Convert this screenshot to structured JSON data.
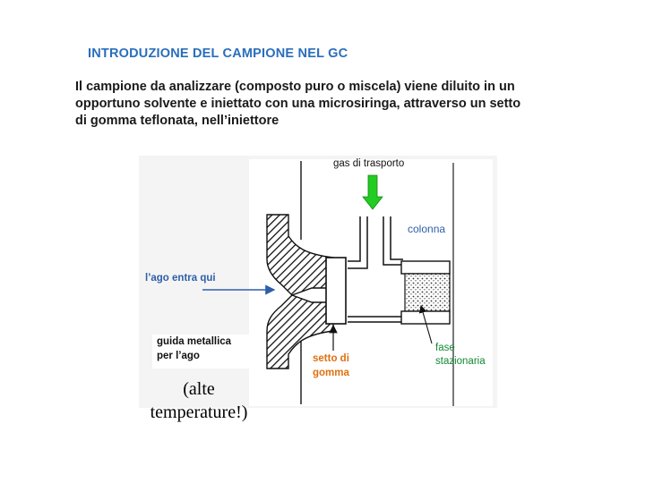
{
  "title": "INTRODUZIONE DEL CAMPIONE NEL GC",
  "intro": {
    "line1": "Il campione da analizzare (composto puro o miscela) viene diluito in un",
    "line2": "opportuno solvente e iniettato con una microsiringa, attraverso un setto",
    "line3": "di gomma teflonata, nell’iniettore"
  },
  "diagram": {
    "labels": {
      "gas": "gas di trasporto",
      "colonna": "colonna",
      "ago": "l’ago entra qui",
      "guida1": "guida metallica",
      "guida2": "per l’ago",
      "setto1": "setto di",
      "setto2": "gomma",
      "fase1": "fase",
      "fase2": "stazionaria"
    },
    "colors": {
      "blue_label": "#2e5fa8",
      "green_arrow": "#22cc22",
      "orange_label": "#e07010",
      "green_label": "#118833"
    }
  },
  "note": {
    "line1": "(alte",
    "line2": "temperature!)"
  }
}
